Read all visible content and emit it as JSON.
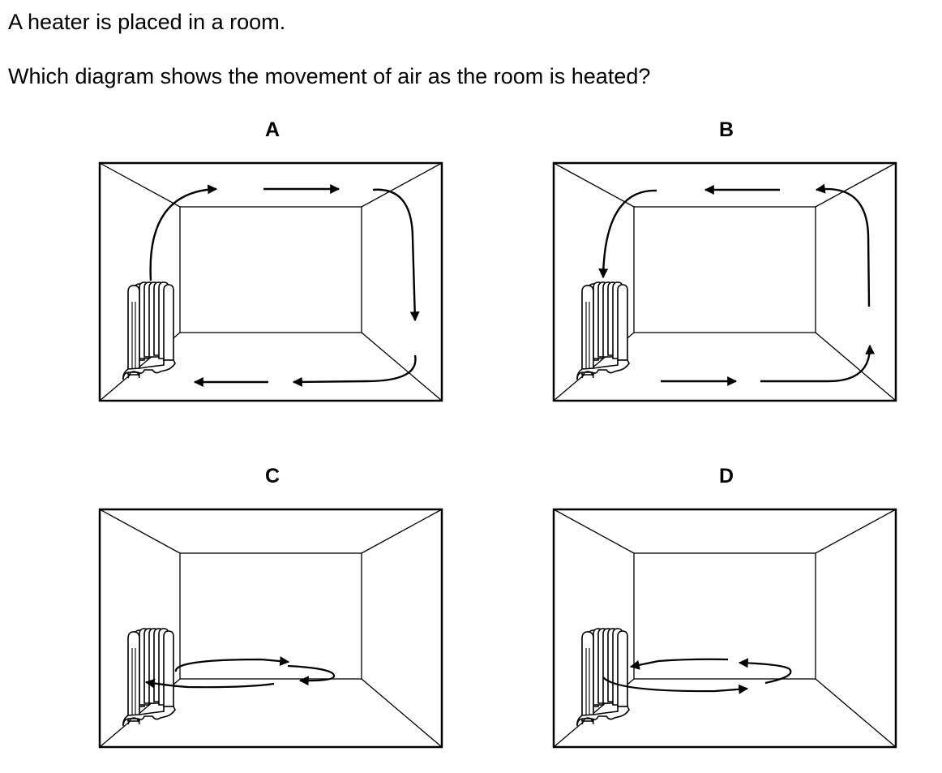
{
  "question": {
    "line1": "A heater is placed in a room.",
    "line2": "Which diagram shows the movement of air as the room is heated?"
  },
  "options": [
    {
      "label": "A",
      "airflow": "up from heater, across ceiling, down far wall, back along floor toward heater"
    },
    {
      "label": "B",
      "airflow": "up far wall, back across ceiling toward heater, down near heater"
    },
    {
      "label": "C",
      "airflow": "horizontal loop at floor level near heater"
    },
    {
      "label": "D",
      "airflow": "horizontal loop at floor level near heater"
    }
  ]
}
